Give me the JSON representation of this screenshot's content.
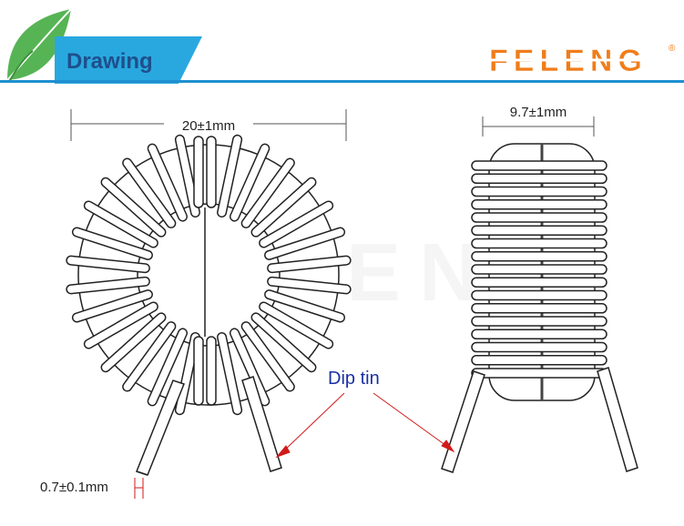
{
  "header": {
    "title": "Drawing",
    "brand_logo_text": "FELENG",
    "registered_mark": "®",
    "banner_color": "#29a8df",
    "title_color": "#1e4f8c",
    "leaf_color": "#4aa84a",
    "logo_color": "#f07d1a",
    "rule_color": "#1f8fd0"
  },
  "toroid_view": {
    "outer_diameter_label": "20±1mm",
    "wire_diameter_label": "0.7±0.1mm"
  },
  "side_view": {
    "width_label": "9.7±1mm"
  },
  "callout": {
    "text": "Dip tin",
    "color": "#1a2fa8",
    "arrow_color": "#d11a1a"
  },
  "watermark": {
    "color": "#eeeeee"
  }
}
